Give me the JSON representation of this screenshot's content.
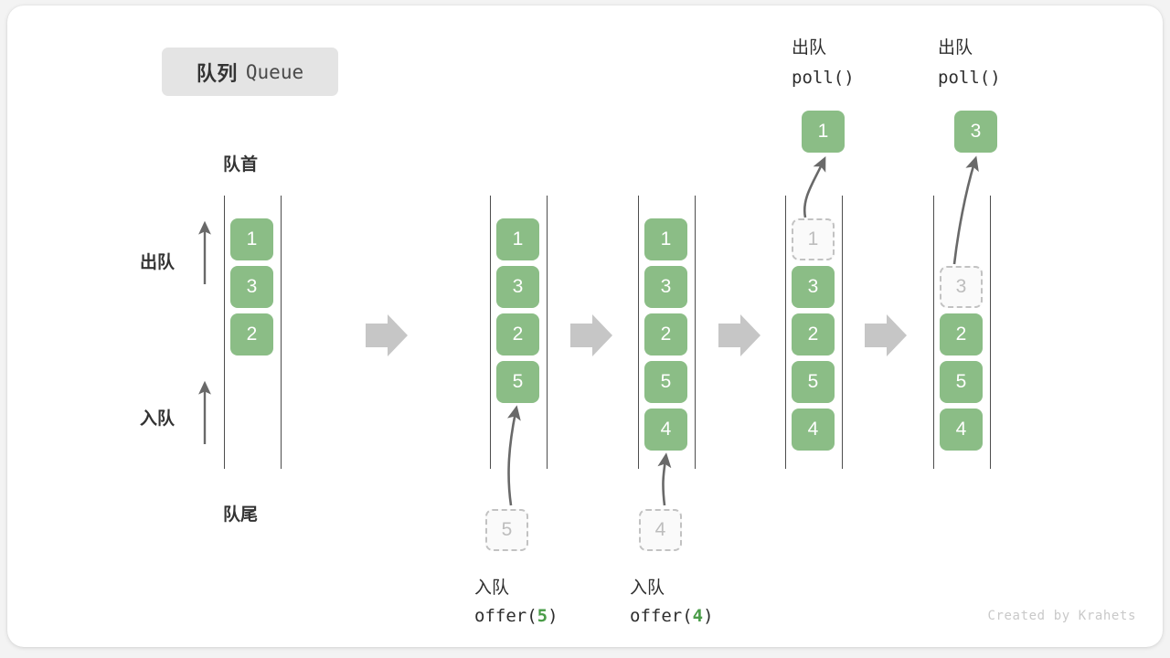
{
  "title": {
    "cn": "队列",
    "en": "Queue"
  },
  "labels": {
    "front": "队首",
    "rear": "队尾",
    "dequeue": "出队",
    "enqueue": "入队"
  },
  "colors": {
    "element": "#8bbd86",
    "ghost_border": "#c2c2c2",
    "ghost_text": "#bdbdbd",
    "rail": "#4d4d4d",
    "arrow": "#696969",
    "step_arrow": "#c6c6c6",
    "badge_bg": "#e4e4e4",
    "accent_number": "#4a9c48",
    "text": "#333333",
    "watermark": "#c9c9c9"
  },
  "side_arrows": [
    {
      "name": "dequeue-arrow",
      "label": "出队"
    },
    {
      "name": "enqueue-arrow",
      "label": "入队"
    }
  ],
  "stages": [
    {
      "id": "initial",
      "cells": [
        "1",
        "3",
        "2"
      ],
      "ghost_index": -1,
      "incoming": null,
      "outgoing": null,
      "caption_cn": "",
      "caption_code": ""
    },
    {
      "id": "after-offer-5",
      "cells": [
        "1",
        "3",
        "2",
        "5"
      ],
      "ghost_index": -1,
      "incoming": {
        "value": "5",
        "caption_cn": "入队",
        "caption_code": "offer(5)",
        "arg": "5"
      },
      "outgoing": null
    },
    {
      "id": "after-offer-4",
      "cells": [
        "1",
        "3",
        "2",
        "5",
        "4"
      ],
      "ghost_index": -1,
      "incoming": {
        "value": "4",
        "caption_cn": "入队",
        "caption_code": "offer(4)",
        "arg": "4"
      },
      "outgoing": null
    },
    {
      "id": "poll-1",
      "cells": [
        "1",
        "3",
        "2",
        "5",
        "4"
      ],
      "ghost_index": 0,
      "incoming": null,
      "outgoing": {
        "value": "1",
        "caption_cn": "出队",
        "caption_code": "poll()"
      }
    },
    {
      "id": "poll-3",
      "cells": [
        "3",
        "2",
        "5",
        "4"
      ],
      "ghost_index": 0,
      "incoming": null,
      "outgoing": {
        "value": "3",
        "caption_cn": "出队",
        "caption_code": "poll()"
      }
    }
  ],
  "step_arrows": [
    {
      "name": "step-arrow-1"
    },
    {
      "name": "step-arrow-2"
    },
    {
      "name": "step-arrow-3"
    },
    {
      "name": "step-arrow-4"
    }
  ],
  "watermark": "Created by Krahets"
}
